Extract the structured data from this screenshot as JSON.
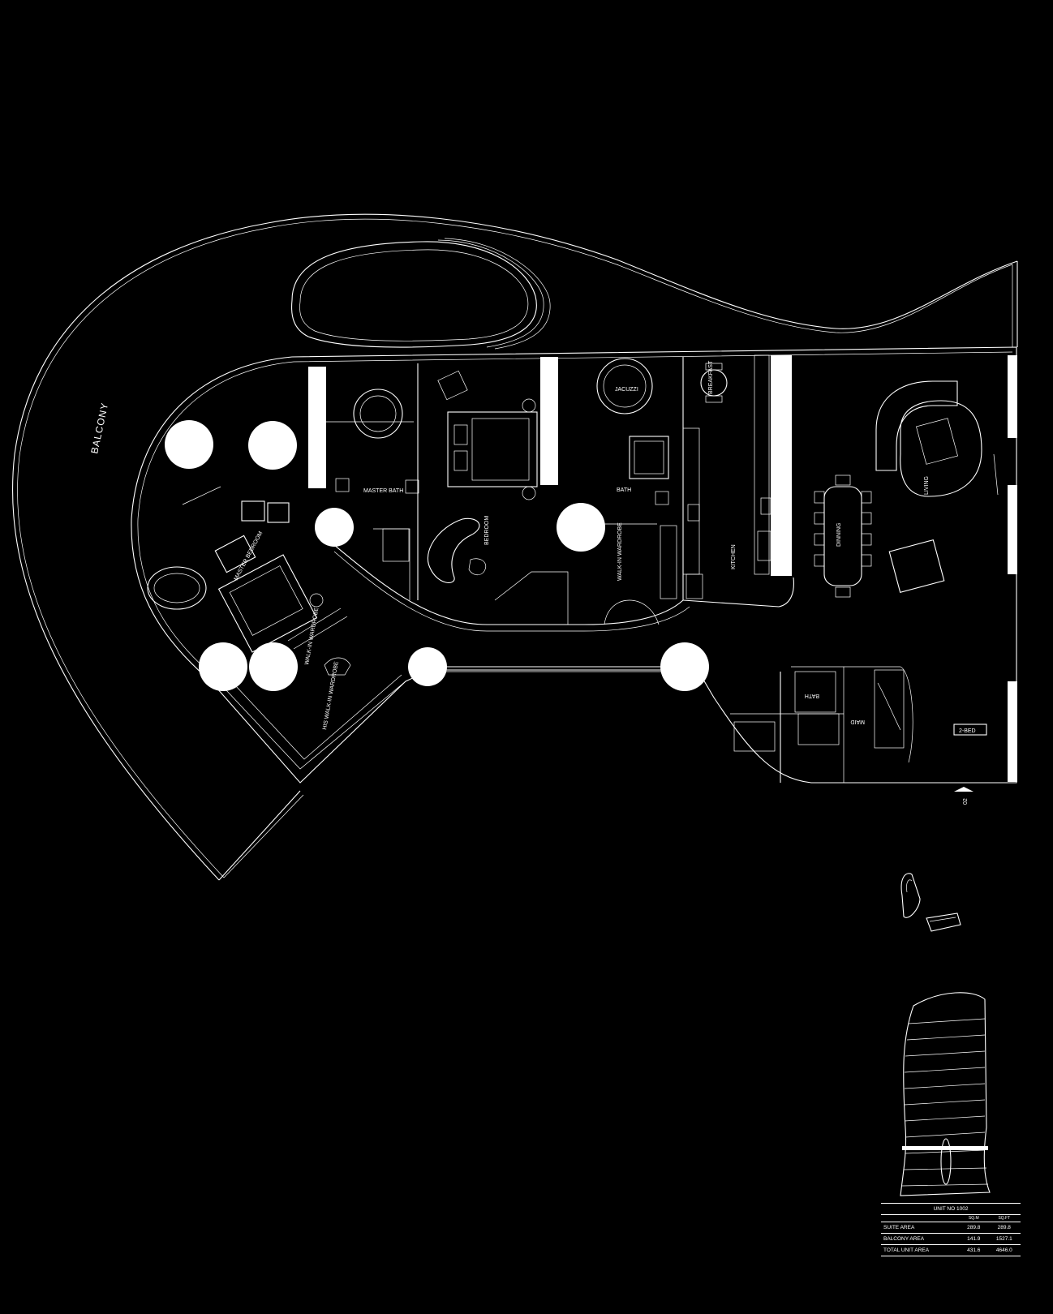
{
  "rooms": {
    "balcony": "BALCONY",
    "master_bedroom": "MASTER BEDROOM",
    "master_bath": "MASTER BATH",
    "bedroom": "BEDROOM",
    "jacuzzi": "JACUZZI",
    "bath": "BATH",
    "walkin_wardrobe_bedroom": "WALK-IN WARDROBE",
    "walkin_wardrobe_master": "WALK-IN WARDROBE",
    "his_walkin_wardrobe": "HIS WALK-IN WARDROBE",
    "kitchen": "KITCHEN",
    "dinning": "DINNING",
    "living": "LIVING",
    "maid_bath": "BATH",
    "maid": "MAID",
    "breakfast": "BREAKFAST"
  },
  "tag": "2-BED",
  "section_marker": "02",
  "area_table": {
    "title": "UNIT NO 1002",
    "units": [
      "SQ.M",
      "SQ.FT"
    ],
    "rows": [
      {
        "label": "SUITE AREA",
        "sqm": "289.8",
        "sqft": "289.8"
      },
      {
        "label": "BALCONY AREA",
        "sqm": "141.9",
        "sqft": "1527.1"
      },
      {
        "label": "TOTAL UNIT AREA",
        "sqm": "431.6",
        "sqft": "4646.0"
      }
    ]
  },
  "colors": {
    "background": "#000000",
    "linework": "#ffffff"
  }
}
